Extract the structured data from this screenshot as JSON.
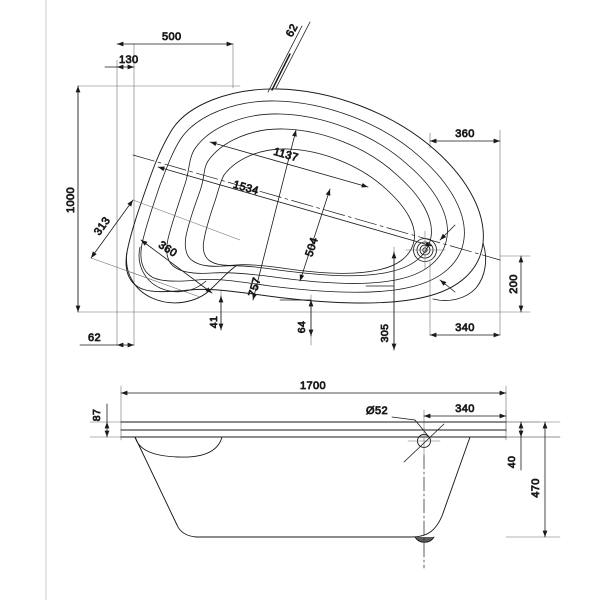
{
  "drawing": {
    "title": "Offset corner bath technical drawing",
    "units": "mm",
    "line_color": "#1a1a1a",
    "background_color": "#ffffff",
    "thin_line_color": "#555555"
  },
  "plan_view": {
    "name": "plan-view",
    "dimensions": {
      "top_500": "500",
      "top_130": "130",
      "top_angled_62": "62",
      "left_1000": "1000",
      "left_313": "313",
      "left_lower_62": "62",
      "inner_1137": "1137",
      "inner_1534": "1534",
      "inner_504": "504",
      "inner_757": "757",
      "seat_360": "360",
      "bottom_41": "41",
      "bottom_64": "64",
      "bottom_305": "305",
      "bottom_340": "340",
      "right_360": "360",
      "right_200": "200"
    }
  },
  "elevation_view": {
    "name": "elevation-view",
    "dimensions": {
      "top_1700": "1700",
      "left_87": "87",
      "drain_dia": "Ø52",
      "drain_340": "340",
      "right_40": "40",
      "right_470": "470"
    }
  }
}
